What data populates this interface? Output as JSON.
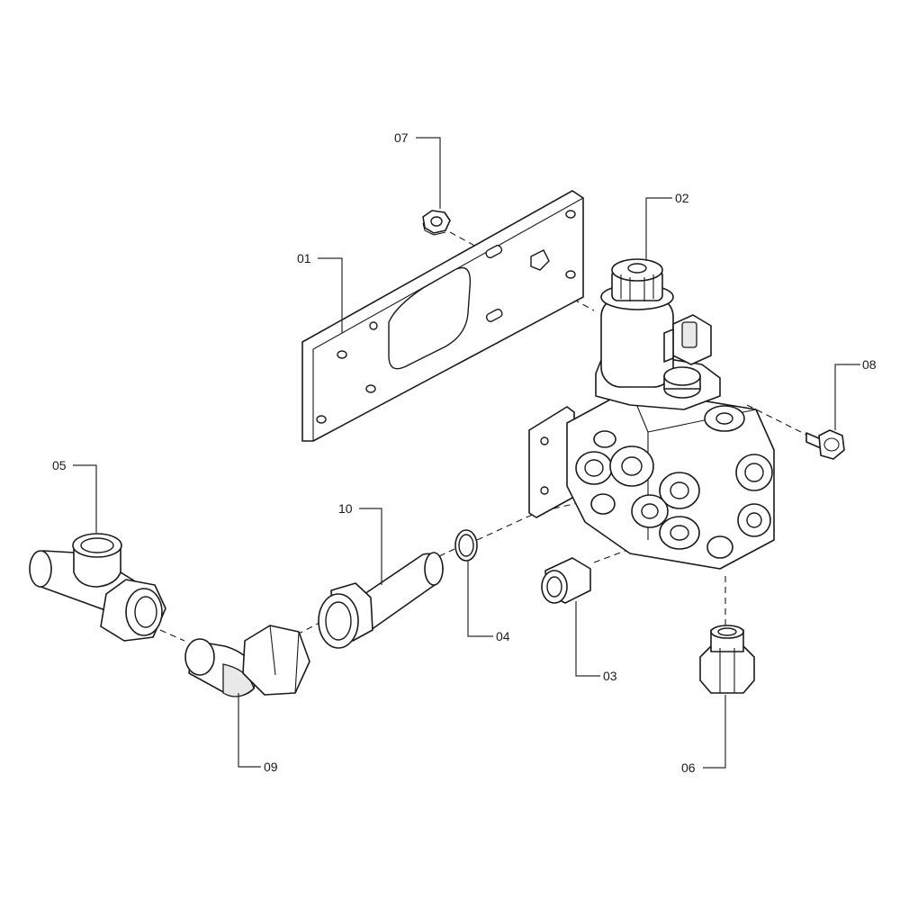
{
  "callouts": {
    "c01": "01",
    "c02": "02",
    "c03": "03",
    "c04": "04",
    "c05": "05",
    "c06": "06",
    "c07": "07",
    "c08": "08",
    "c09": "09",
    "c10": "10"
  },
  "colors": {
    "line": "#1a1a1a",
    "background": "#ffffff"
  }
}
